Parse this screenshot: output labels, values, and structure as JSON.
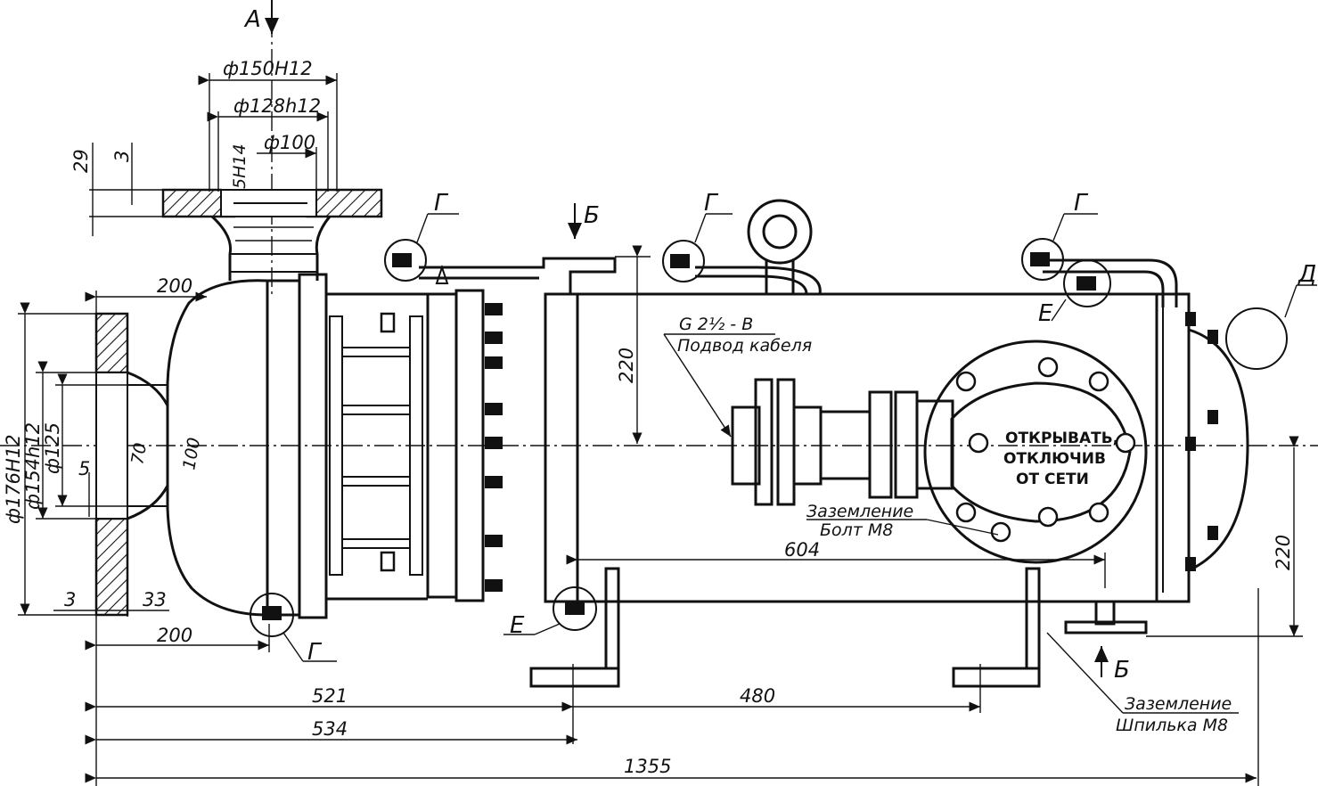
{
  "dimensions": {
    "d150": "ф150Н12",
    "d128": "ф128h12",
    "d100": "ф100",
    "d5h14": "5Н14",
    "d29": "29",
    "d3_top": "3",
    "d200_top": "200",
    "d200_bottom": "200",
    "d176": "ф176Н12",
    "d154": "ф154h12",
    "d125": "ф125",
    "d5_left": "5",
    "d3_bottom": "3",
    "d33": "33",
    "d220_left": "220",
    "d220_right": "220",
    "d604": "604",
    "d521": "521",
    "d480": "480",
    "d534": "534",
    "d1355": "1355",
    "d70": "70",
    "d100_body": "100"
  },
  "labels": {
    "view_a": "А",
    "section_b_top": "Б",
    "section_b_bottom": "Б",
    "callout_g1": "Г",
    "callout_g2": "Г",
    "callout_g3": "Г",
    "callout_g4": "Г",
    "callout_e1": "Е",
    "callout_e2": "Е",
    "callout_d": "Д",
    "cable_thread": "G 2½ - В",
    "cable_entry": "Подвод кабеля",
    "ground_bolt_title": "Заземление",
    "ground_bolt_sub": "Болт М8",
    "ground_stud_title": "Заземление",
    "ground_stud_sub": "Шпилька М8"
  },
  "warning_plate": {
    "line1": "ОТКРЫВАТЬ,",
    "line2": "ОТКЛЮЧИВ",
    "line3": "ОТ СЕТИ"
  }
}
